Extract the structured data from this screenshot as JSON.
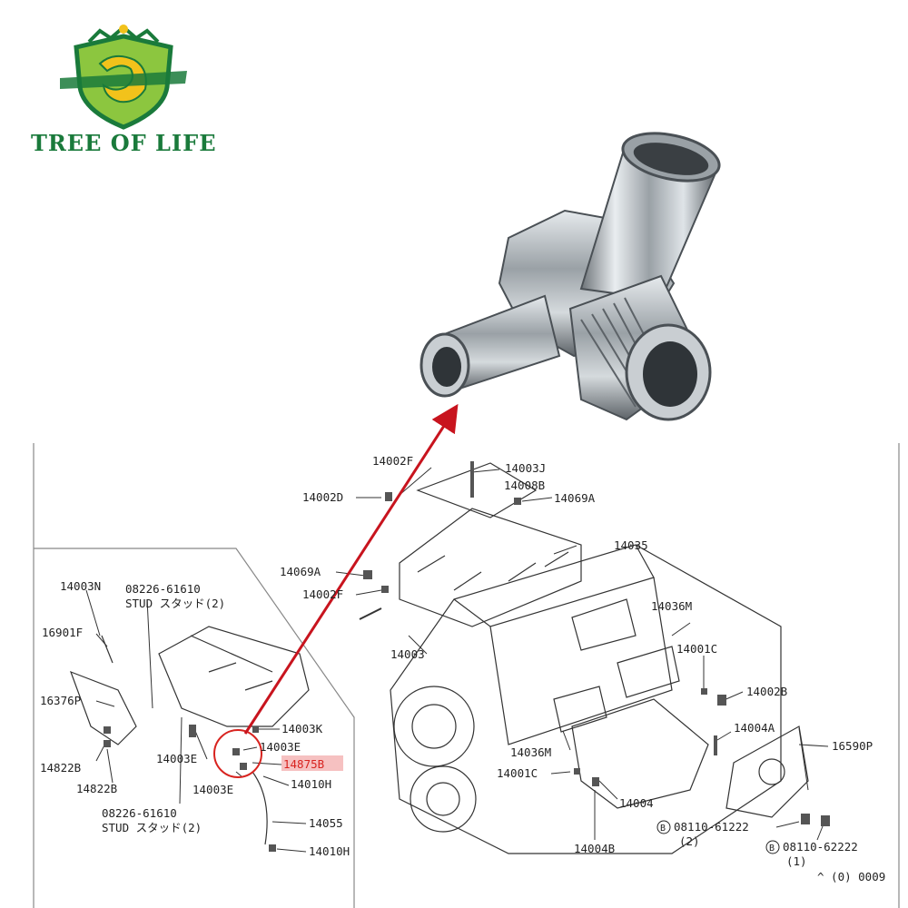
{
  "brand": {
    "name": "TREE OF LIFE",
    "color": "#1a7a3b",
    "shield_color": "#8cc63f",
    "accent": "#f2c21b"
  },
  "colors": {
    "arrow": "#c8141e",
    "highlight_bg": "#f6c1c1",
    "line": "#333333"
  },
  "labels": {
    "l14002F_top": "14002F",
    "l14003J": "14003J",
    "l14002D": "14002D",
    "l14008B": "14008B",
    "l14069A_top": "14069A",
    "l14035": "14035",
    "l14069A_mid": "14069A",
    "l14002F_mid": "14002F",
    "l14003": "14003",
    "l14036M_top": "14036M",
    "l14001C_top": "14001C",
    "l14002B": "14002B",
    "l14004A": "14004A",
    "l16590P": "16590P",
    "l14036M_bot": "14036M",
    "l14001C_bot": "14001C",
    "l14004": "14004",
    "l14004B": "14004B",
    "l08110_61222": "08110-61222",
    "l08110_61222_qty": "(2)",
    "l08110_62222": "08110-62222",
    "l08110_62222_qty": "(1)",
    "bolt_mark": "B",
    "l14003N": "14003N",
    "l08226_top": "08226-61610",
    "l_stud_top": "STUD スタッド(2)",
    "l16901F": "16901F",
    "l16376P": "16376P",
    "l14822B_a": "14822B",
    "l14822B_b": "14822B",
    "l14003E_a": "14003E",
    "l14003E_b": "14003E",
    "l14003E_c": "14003E",
    "l14003K": "14003K",
    "l14875B": "14875B",
    "l14010H_a": "14010H",
    "l14055": "14055",
    "l14010H_b": "14010H",
    "l08226_bot": "08226-61610",
    "l_stud_bot": "STUD スタッド(2)",
    "l_code": "^ (0) 0009"
  }
}
